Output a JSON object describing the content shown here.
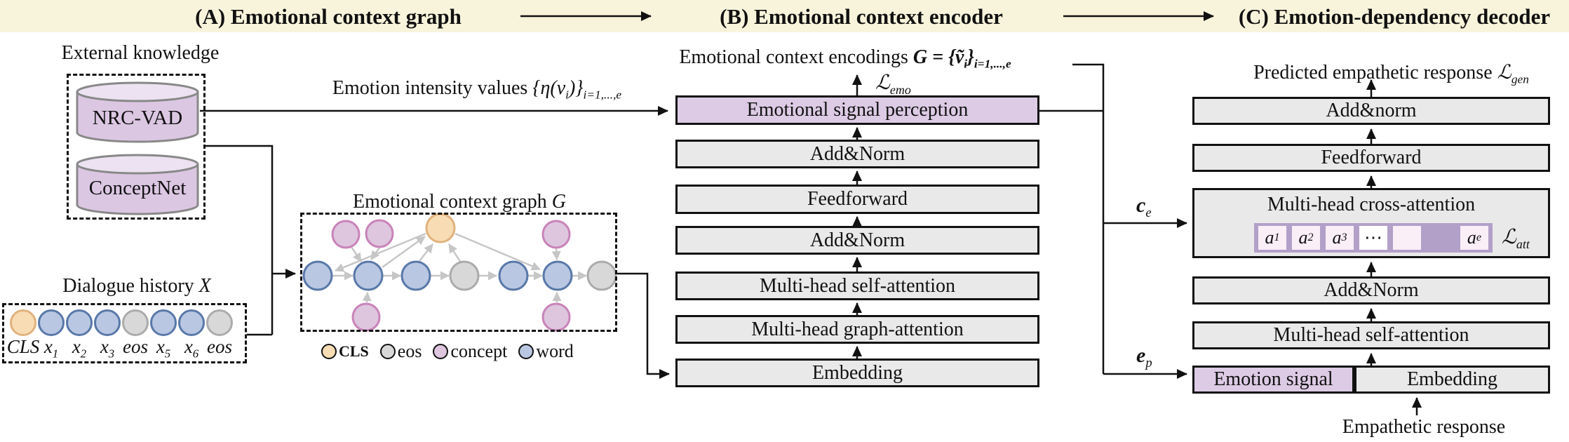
{
  "header": {
    "section_a": "(A) Emotional context graph",
    "section_b": "(B) Emotional context encoder",
    "section_c": "(C) Emotion-dependency decoder"
  },
  "colors": {
    "header_band": "#f8f4dc",
    "module_gray": "#e9e9e9",
    "module_purple": "#ddcbe5",
    "attn_strip": "#b3a0c9",
    "attn_cell": "#faeef7",
    "node_word_fill": "#b9c7e2",
    "node_word_stroke": "#5878a8",
    "node_eos_fill": "#d8d8d8",
    "node_eos_stroke": "#ababab",
    "node_concept_fill": "#ddc6de",
    "node_concept_stroke": "#c983b9",
    "node_cls_fill": "#f7dcb4",
    "node_cls_stroke": "#e0b27c"
  },
  "external_knowledge": {
    "title": "External knowledge",
    "db1": "NRC-VAD",
    "db2": "ConceptNet"
  },
  "dialogue_history": {
    "title": "Dialogue history ",
    "symbol": "X",
    "tokens": [
      {
        "t": "CLS",
        "s": "",
        "type": "cls"
      },
      {
        "t": "x",
        "s": "1",
        "type": "word"
      },
      {
        "t": "x",
        "s": "2",
        "type": "word"
      },
      {
        "t": "x",
        "s": "3",
        "type": "word"
      },
      {
        "t": "eos",
        "s": "",
        "type": "eos"
      },
      {
        "t": "x",
        "s": "5",
        "type": "word"
      },
      {
        "t": "x",
        "s": "6",
        "type": "word"
      },
      {
        "t": "eos",
        "s": "",
        "type": "eos"
      }
    ]
  },
  "graph": {
    "title": "Emotional context graph ",
    "symbol": "G",
    "legend": [
      {
        "label": "CLS",
        "type": "cls"
      },
      {
        "label": "eos",
        "type": "eos"
      },
      {
        "label": "concept",
        "type": "concept"
      },
      {
        "label": "word",
        "type": "word"
      }
    ]
  },
  "labels": {
    "emotion_intensity": {
      "pre": "Emotion intensity values ",
      "m1": "{η(v",
      "si": "i",
      "m2": ")}",
      "range": "i=1,...,e"
    },
    "encodings": {
      "pre": "Emotional context encodings ",
      "G": "G",
      "eq": " = {",
      "v": "ṽ",
      "si": "i",
      "close": "}",
      "range": "i=1,...,e"
    },
    "l_emo": {
      "L": "ℒ",
      "sub": "emo"
    },
    "l_gen": {
      "L": "ℒ",
      "sub": "gen"
    },
    "l_att": {
      "L": "ℒ",
      "sub": "att"
    },
    "c_e": {
      "b": "c",
      "sub": "e"
    },
    "e_p": {
      "b": "e",
      "sub": "p"
    },
    "predicted": "Predicted empathetic response ",
    "empathetic_response": "Empathetic response"
  },
  "encoder": {
    "layers": [
      "Emotional signal perception",
      "Add&Norm",
      "Feedforward",
      "Add&Norm",
      "Multi-head self-attention",
      "Multi-head graph-attention",
      "Embedding"
    ]
  },
  "decoder": {
    "layers": [
      "Add&norm",
      "Feedforward",
      "Multi-head cross-attention",
      "Add&Norm",
      "Multi-head self-attention"
    ],
    "emotion_signal": "Emotion signal",
    "embedding": "Embedding",
    "attention_cells": [
      {
        "t": "a",
        "s": "1"
      },
      {
        "t": "a",
        "s": "2"
      },
      {
        "t": "a",
        "s": "3"
      },
      {
        "t": "⋯",
        "s": ""
      },
      {
        "t": "",
        "s": ""
      },
      {
        "t": "a",
        "s": "e"
      }
    ]
  }
}
